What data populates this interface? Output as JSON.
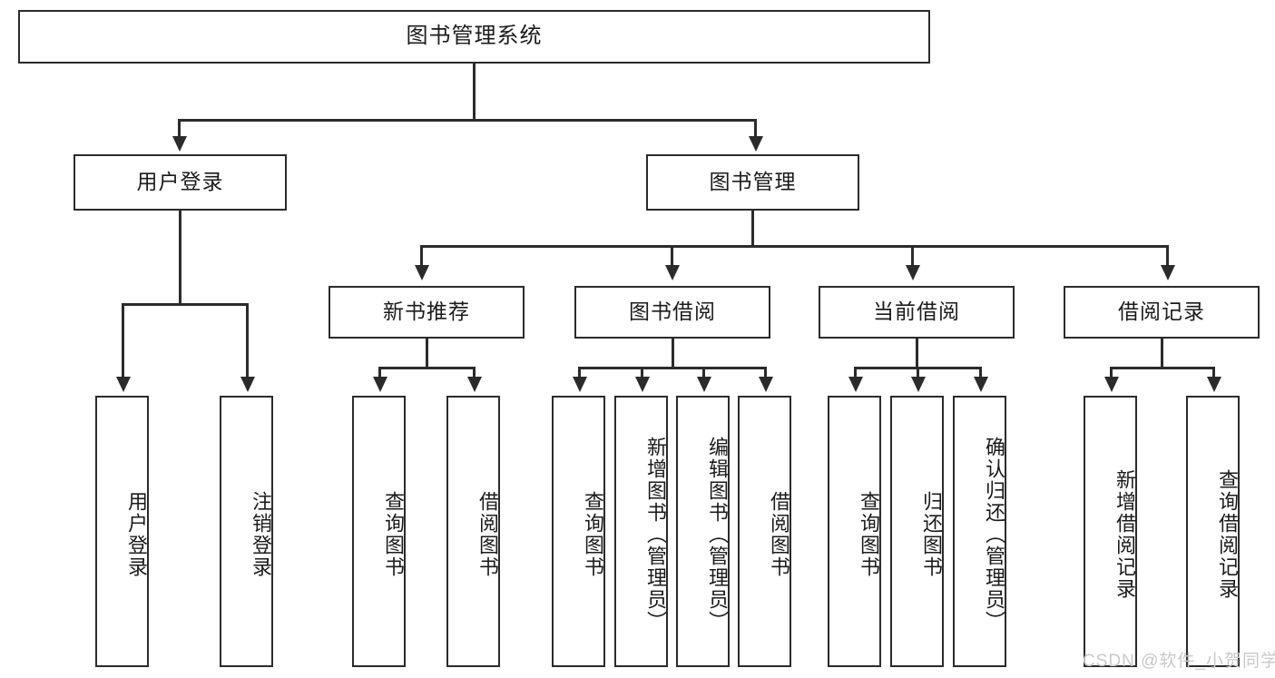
{
  "diagram": {
    "title": "图书管理系统",
    "type": "tree-hierarchy-chart",
    "root": {
      "label": "图书管理系统"
    },
    "level2": [
      {
        "label": "用户登录"
      },
      {
        "label": "图书管理"
      }
    ],
    "level3": [
      {
        "label": "新书推荐"
      },
      {
        "label": "图书借阅"
      },
      {
        "label": "当前借阅"
      },
      {
        "label": "借阅记录"
      }
    ],
    "leaves": {
      "user_login": [
        {
          "label": "用户登录"
        },
        {
          "label": "注销登录"
        }
      ],
      "new_book_recommend": [
        {
          "label": "查询图书"
        },
        {
          "label": "借阅图书"
        }
      ],
      "book_borrow": [
        {
          "label": "查询图书"
        },
        {
          "label": "新增图书（管理员）"
        },
        {
          "label": "编辑图书（管理员）"
        },
        {
          "label": "借阅图书"
        }
      ],
      "current_borrow": [
        {
          "label": "查询图书"
        },
        {
          "label": "归还图书"
        },
        {
          "label": "确认归还（管理员）"
        }
      ],
      "borrow_record": [
        {
          "label": "新增借阅记录"
        },
        {
          "label": "查询借阅记录"
        }
      ]
    }
  },
  "watermark": {
    "text": "CSDN @软件_小贺同学"
  },
  "colors": {
    "stroke": "#2b2b2b",
    "background": "#ffffff",
    "text": "#1b1b1b",
    "watermark": "#c9c9c9"
  }
}
